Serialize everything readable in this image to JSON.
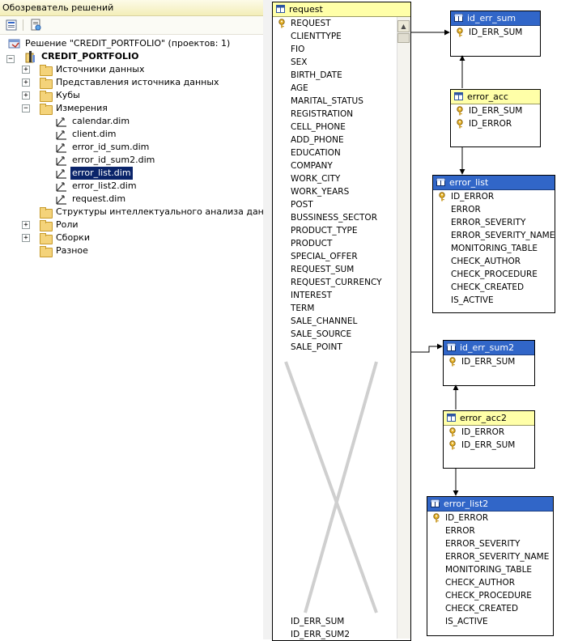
{
  "left_panel": {
    "title": "Обозреватель решений",
    "solution_label": "Решение \"CREDIT_PORTFOLIO\" (проектов: 1)",
    "project_label": "CREDIT_PORTFOLIO",
    "folders": [
      {
        "label": "Источники данных",
        "expander": "+"
      },
      {
        "label": "Представления источника данных",
        "expander": "+"
      },
      {
        "label": "Кубы",
        "expander": "+"
      },
      {
        "label": "Измерения",
        "expander": "−"
      }
    ],
    "dimensions": [
      "calendar.dim",
      "client.dim",
      "error_id_sum.dim",
      "error_id_sum2.dim",
      "error_list.dim",
      "error_list2.dim",
      "request.dim"
    ],
    "selected_dimension": "error_list.dim",
    "folders_after": [
      {
        "label": "Структуры интеллектуального анализа данных",
        "expander": ""
      },
      {
        "label": "Роли",
        "expander": "+"
      },
      {
        "label": "Сборки",
        "expander": "+"
      },
      {
        "label": "Разное",
        "expander": ""
      }
    ]
  },
  "diagram": {
    "tables": {
      "request": {
        "title": "request",
        "columns": [
          "REQUEST",
          "CLIENTTYPE",
          "FIO",
          "SEX",
          "BIRTH_DATE",
          "AGE",
          "MARITAL_STATUS",
          "REGISTRATION",
          "CELL_PHONE",
          "ADD_PHONE",
          "EDUCATION",
          "COMPANY",
          "WORK_CITY",
          "WORK_YEARS",
          "POST",
          "BUSSINESS_SECTOR",
          "PRODUCT_TYPE",
          "PRODUCT",
          "SPECIAL_OFFER",
          "REQUEST_SUM",
          "REQUEST_CURRENCY",
          "INTEREST",
          "TERM",
          "SALE_CHANNEL",
          "SALE_SOURCE",
          "SALE_POINT"
        ],
        "bottom_columns": [
          "ID_ERR_SUM",
          "ID_ERR_SUM2"
        ]
      },
      "id_err_sum": {
        "title": "id_err_sum",
        "columns": [
          "ID_ERR_SUM"
        ]
      },
      "error_acc": {
        "title": "error_acc",
        "columns": [
          "ID_ERR_SUM",
          "ID_ERROR"
        ]
      },
      "error_list": {
        "title": "error_list",
        "columns": [
          "ID_ERROR",
          "ERROR",
          "ERROR_SEVERITY",
          "ERROR_SEVERITY_NAME",
          "MONITORING_TABLE",
          "CHECK_AUTHOR",
          "CHECK_PROCEDURE",
          "CHECK_CREATED",
          "IS_ACTIVE"
        ]
      },
      "id_err_sum2": {
        "title": "id_err_sum2",
        "columns": [
          "ID_ERR_SUM"
        ]
      },
      "error_acc2": {
        "title": "error_acc2",
        "columns": [
          "ID_ERROR",
          "ID_ERR_SUM"
        ]
      },
      "error_list2": {
        "title": "error_list2",
        "columns": [
          "ID_ERROR",
          "ERROR",
          "ERROR_SEVERITY",
          "ERROR_SEVERITY_NAME",
          "MONITORING_TABLE",
          "CHECK_AUTHOR",
          "CHECK_PROCEDURE",
          "CHECK_CREATED",
          "IS_ACTIVE"
        ]
      }
    }
  },
  "colors": {
    "fact_header": "#ffffa8",
    "dim_header": "#3166c8",
    "selection": "#0a246a",
    "key_icon": "#e8b428"
  }
}
